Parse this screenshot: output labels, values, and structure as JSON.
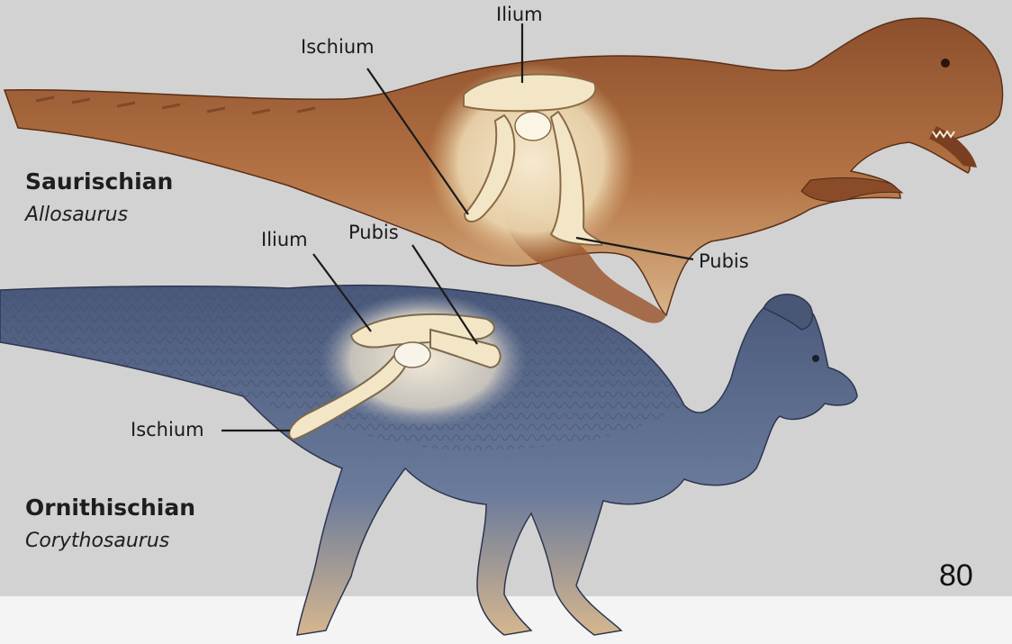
{
  "saurischian": {
    "group": "Saurischian",
    "genus": "Allosaurus",
    "labels": {
      "ilium": "Ilium",
      "ischium": "Ischium",
      "pubis": "Pubis"
    }
  },
  "ornithischian": {
    "group": "Ornithischian",
    "genus": "Corythosaurus",
    "labels": {
      "ilium": "Ilium",
      "pubis": "Pubis",
      "ischium": "Ischium"
    }
  },
  "page_number": "80",
  "colors": {
    "background": "#d2d2d2",
    "allosaurus_skin": "#a5623a",
    "corythosaurus_skin": "#5a6a8c",
    "bone": "#f3e6c6",
    "leader_line": "#1a1a1a"
  }
}
